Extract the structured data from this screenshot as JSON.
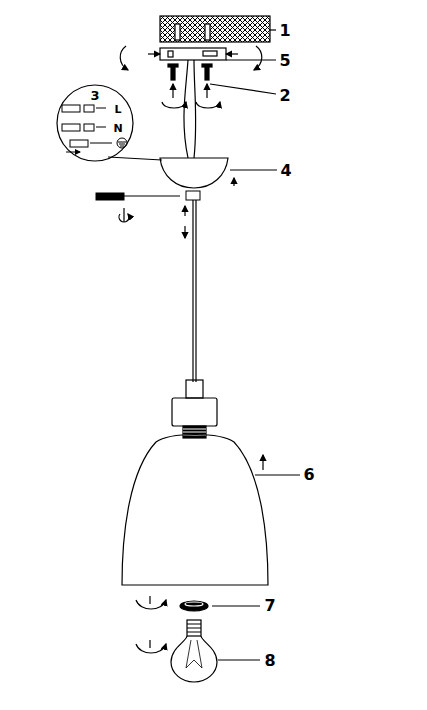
{
  "diagram": {
    "labels": [
      "1",
      "5",
      "2",
      "3",
      "L",
      "N",
      "4",
      "6",
      "7",
      "8"
    ]
  }
}
